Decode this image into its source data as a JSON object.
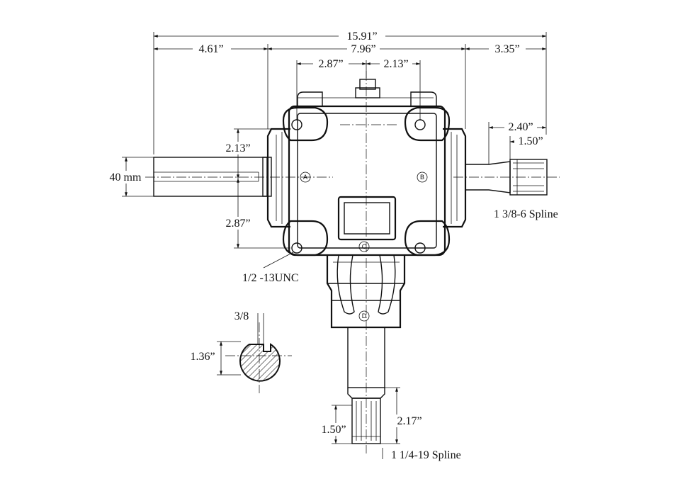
{
  "dimensions": {
    "overall_width": "15.91”",
    "left_shaft_length": "4.61”",
    "body_width": "7.96”",
    "right_shaft_length": "3.35”",
    "bolt_left_offset": "2.87”",
    "bolt_right_offset": "2.13”",
    "input_upper": "2.13”",
    "input_lower": "2.87”",
    "shaft_diameter": "40 mm",
    "right_spline_length": "2.40”",
    "right_spline_teeth": "1.50”",
    "key_width": "3/8",
    "key_depth": "1.36”",
    "bottom_spline_length": "2.17”",
    "bottom_spline_teeth": "1.50”"
  },
  "notes": {
    "right_spline": "1 3/8-6 Spline",
    "bottom_spline": "1 1/4-19 Spline",
    "bolt_thread": "1/2 -13UNC"
  },
  "port_labels": {
    "a": "A",
    "b": "B",
    "c": "C",
    "d": "D"
  }
}
